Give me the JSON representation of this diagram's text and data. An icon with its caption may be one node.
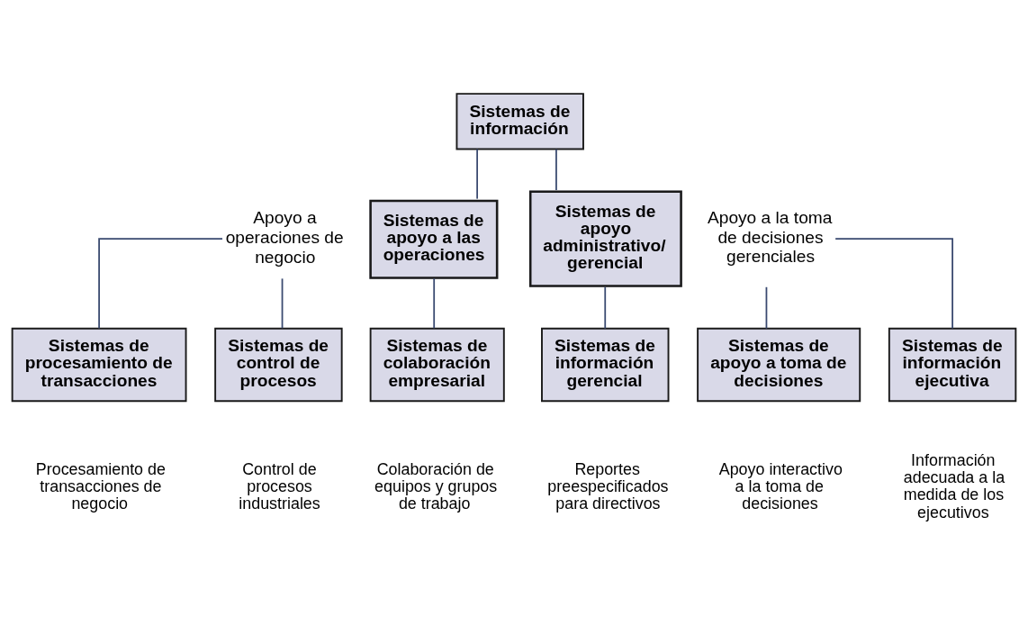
{
  "diagram": {
    "nodes": [
      {
        "text": [
          "Sistemas de información"
        ]
      },
      {
        "text": [
          "Sistemas de apoyo a las operaciones"
        ],
        "beside": [
          "Apoyo a operaciones de negocio"
        ]
      },
      {
        "text": [
          "Sistemas de apoyo administrativo/ gerencial"
        ],
        "beside": [
          "Apoyo a la toma de decisiones gerenciales"
        ]
      },
      {
        "text": [
          "Sistemas de procesamiento de transacciones"
        ],
        "beside": [
          "Procesamiento de transacciones de negocio"
        ]
      },
      {
        "text": [
          "Sistemas de control de procesos"
        ],
        "beside": [
          "Control de procesos industriales"
        ]
      },
      {
        "text": [
          "Sistemas de colaboración empresarial"
        ],
        "beside": [
          "Colaboración de equipos y grupos de trabajo"
        ]
      },
      {
        "text": [
          "Sistemas de información gerencial"
        ],
        "beside": [
          "Reportes preespecificados para directivos"
        ]
      },
      {
        "text": [
          "Sistemas de apoyo a toma de decisiones"
        ],
        "beside": [
          "Apoyo interactivo a la toma de decisiones"
        ]
      },
      {
        "text": [
          "Sistemas de información ejecutiva"
        ],
        "beside": [
          "Información adecuada a la medida de los ejecutivos"
        ]
      }
    ],
    "edges": [
      {
        "from": 0,
        "to": 1,
        "arrow": "none"
      },
      {
        "from": 0,
        "to": 2,
        "arrow": "none"
      },
      {
        "from": 1,
        "to": 3,
        "arrow": "none"
      },
      {
        "from": 1,
        "to": 4,
        "arrow": "none"
      },
      {
        "from": 1,
        "to": 5,
        "arrow": "none"
      },
      {
        "from": 2,
        "to": 6,
        "arrow": "none"
      },
      {
        "from": 2,
        "to": 7,
        "arrow": "none"
      },
      {
        "from": 2,
        "to": 8,
        "arrow": "none"
      }
    ]
  }
}
